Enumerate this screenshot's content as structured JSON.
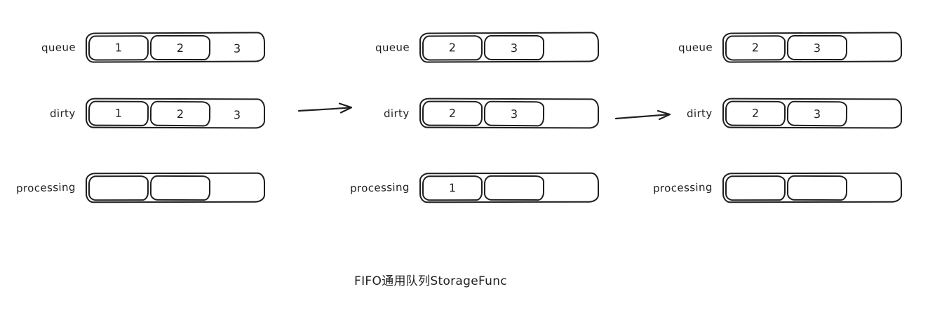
{
  "canvas": {
    "background": "#ffffff",
    "stroke_color": "#1e1e1e"
  },
  "caption": "FIFO通用队列StorageFunc",
  "arrows": [
    {
      "name": "arrow-state1-to-state2"
    },
    {
      "name": "arrow-state2-to-state3"
    }
  ],
  "panels": [
    {
      "name": "state-1",
      "rows": [
        {
          "label": "queue",
          "slots": [
            {
              "type": "box",
              "value": "1"
            },
            {
              "type": "box",
              "value": "2"
            },
            {
              "type": "bare",
              "value": "3"
            }
          ]
        },
        {
          "label": "dirty",
          "slots": [
            {
              "type": "box",
              "value": "1"
            },
            {
              "type": "box",
              "value": "2"
            },
            {
              "type": "bare",
              "value": "3"
            }
          ]
        },
        {
          "label": "processing",
          "slots": [
            {
              "type": "box",
              "value": ""
            },
            {
              "type": "box",
              "value": ""
            },
            {
              "type": "empty",
              "value": ""
            }
          ]
        }
      ]
    },
    {
      "name": "state-2",
      "rows": [
        {
          "label": "queue",
          "slots": [
            {
              "type": "box",
              "value": "2"
            },
            {
              "type": "box",
              "value": "3"
            },
            {
              "type": "empty",
              "value": ""
            }
          ]
        },
        {
          "label": "dirty",
          "slots": [
            {
              "type": "box",
              "value": "2"
            },
            {
              "type": "box",
              "value": "3"
            },
            {
              "type": "empty",
              "value": ""
            }
          ]
        },
        {
          "label": "processing",
          "slots": [
            {
              "type": "box",
              "value": "1"
            },
            {
              "type": "box",
              "value": ""
            },
            {
              "type": "empty",
              "value": ""
            }
          ]
        }
      ]
    },
    {
      "name": "state-3",
      "rows": [
        {
          "label": "queue",
          "slots": [
            {
              "type": "box",
              "value": "2"
            },
            {
              "type": "box",
              "value": "3"
            },
            {
              "type": "empty",
              "value": ""
            }
          ]
        },
        {
          "label": "dirty",
          "slots": [
            {
              "type": "box",
              "value": "2"
            },
            {
              "type": "box",
              "value": "3"
            },
            {
              "type": "empty",
              "value": ""
            }
          ]
        },
        {
          "label": "processing",
          "slots": [
            {
              "type": "box",
              "value": ""
            },
            {
              "type": "box",
              "value": ""
            },
            {
              "type": "empty",
              "value": ""
            }
          ]
        }
      ]
    }
  ]
}
